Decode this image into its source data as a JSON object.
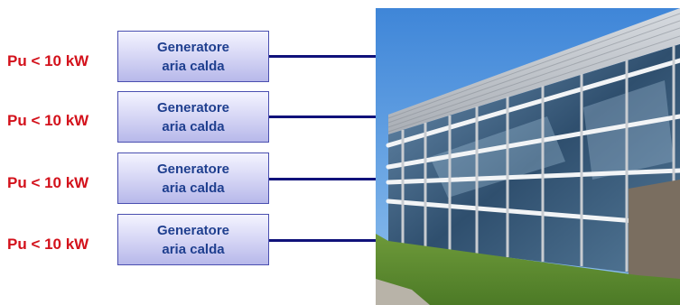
{
  "colors": {
    "label": "#d3111b",
    "box_text": "#1f3f8f",
    "box_border": "#4a4fb0",
    "connector": "#10127a"
  },
  "rows": [
    {
      "power_label": "Pu < 10 kW",
      "generator_label": "Generatore\naria calda"
    },
    {
      "power_label": "Pu < 10 kW",
      "generator_label": "Generatore\naria calda"
    },
    {
      "power_label": "Pu < 10 kW",
      "generator_label": "Generatore\naria calda"
    },
    {
      "power_label": "Pu < 10 kW",
      "generator_label": "Generatore\naria calda"
    }
  ],
  "photo": {
    "icon": "building-facade-photo"
  }
}
